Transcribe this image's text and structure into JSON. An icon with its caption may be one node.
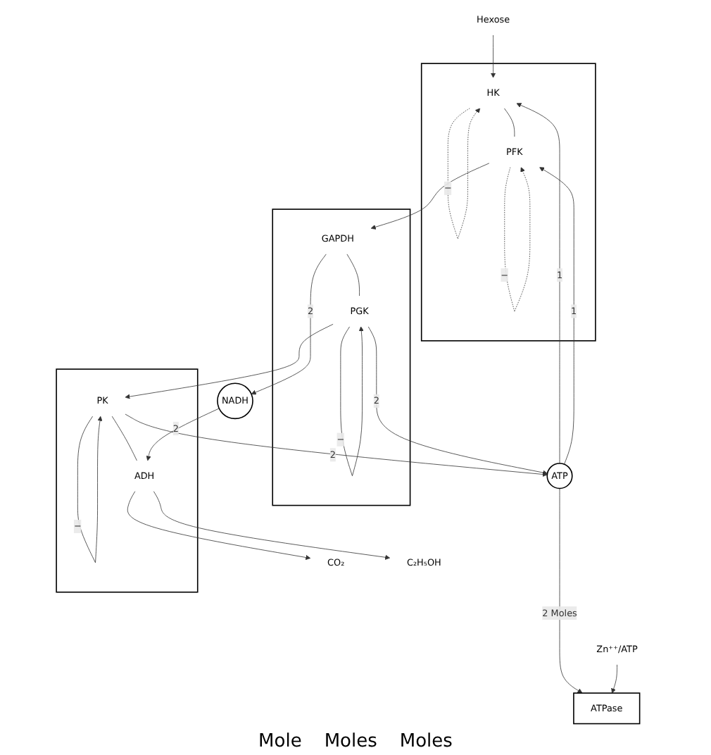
{
  "diagram": {
    "nodes": [
      {
        "text": [
          "Hexose"
        ]
      },
      {
        "text": [],
        "shape": "box"
      },
      {
        "text": [
          "HK"
        ],
        "in": 1
      },
      {
        "text": [
          "PFK"
        ],
        "in": 1
      },
      {
        "text": [
          "ATP"
        ]
      },
      {
        "text": [],
        "shape": "box"
      },
      {
        "text": [
          "GAPDH"
        ],
        "in": 5
      },
      {
        "text": [
          "PGK"
        ],
        "in": 5
      },
      {
        "text": [
          "NADH"
        ]
      },
      {
        "text": [],
        "shape": "box"
      },
      {
        "text": [
          "PK"
        ],
        "in": 9
      },
      {
        "text": [
          "ADH"
        ],
        "in": 9
      },
      {
        "text": [
          "ATPase"
        ]
      },
      {
        "text": [
          "Zn⁺⁺/ATP"
        ]
      },
      {
        "text": [
          "CO₂"
        ]
      },
      {
        "text": [
          "C₂H₅OH"
        ]
      }
    ],
    "edges": [
      {
        "from": 0,
        "to": 2,
        "arrow": "to"
      },
      {
        "from": 2,
        "to": 3,
        "arrow": "none"
      },
      {
        "from": 4,
        "to": 2,
        "arrow": "to",
        "label": "1"
      },
      {
        "from": 4,
        "to": 3,
        "arrow": "to",
        "label": "1"
      },
      {
        "from": 2,
        "to": 2,
        "arrow": "to",
        "label": "−",
        "style": "dashed"
      },
      {
        "from": 3,
        "to": 3,
        "arrow": "to",
        "label": "−",
        "style": "dashed"
      },
      {
        "from": 3,
        "to": 6,
        "arrow": "to"
      },
      {
        "from": 6,
        "to": 7,
        "arrow": "none"
      },
      {
        "from": 6,
        "to": 8,
        "arrow": "to",
        "label": "2"
      },
      {
        "from": 7,
        "to": 4,
        "arrow": "to",
        "label": "2"
      },
      {
        "from": 7,
        "to": 7,
        "arrow": "to",
        "label": "−"
      },
      {
        "from": 7,
        "to": 10,
        "arrow": "to"
      },
      {
        "from": 10,
        "to": 11,
        "arrow": "none"
      },
      {
        "from": 10,
        "to": 4,
        "arrow": "to",
        "label": "2"
      },
      {
        "from": 10,
        "to": 10,
        "arrow": "to",
        "label": "−"
      },
      {
        "from": 8,
        "to": 11,
        "arrow": "to",
        "label": "2"
      },
      {
        "from": 4,
        "to": 12,
        "arrow": "to",
        "label": "2 Moles"
      },
      {
        "from": 13,
        "to": 12,
        "arrow": "to"
      },
      {
        "from": 11,
        "to": 14,
        "arrow": "to"
      },
      {
        "from": 11,
        "to": 15,
        "arrow": "to"
      }
    ],
    "labels": [
      "Mole",
      "Moles",
      "Moles"
    ]
  }
}
